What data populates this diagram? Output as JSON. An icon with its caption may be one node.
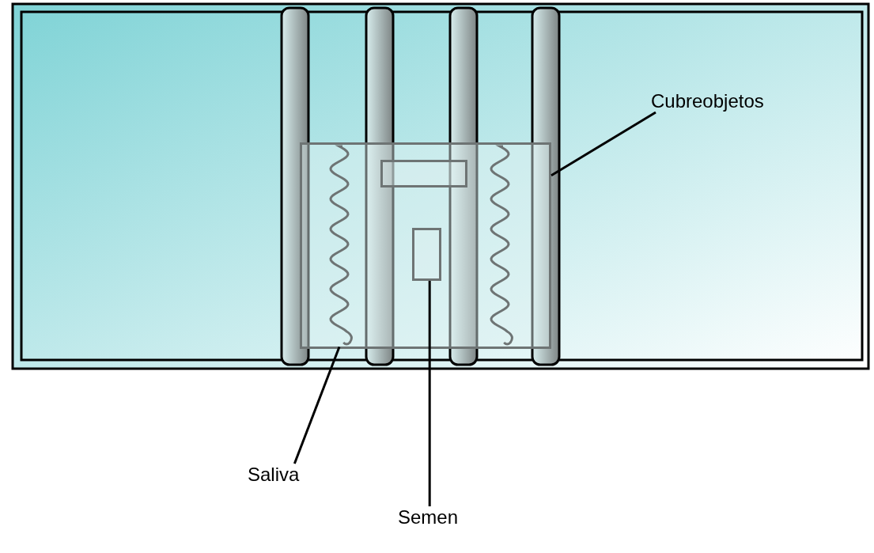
{
  "diagram": {
    "nodes": [
      {
        "text": [
          "Cubreobjetos"
        ]
      },
      {
        "text": [],
        "shape": "box"
      },
      {
        "text": [],
        "shape": "curve",
        "in": 1
      },
      {
        "text": [],
        "shape": "box",
        "in": 1
      },
      {
        "text": [],
        "shape": "box",
        "in": 1
      },
      {
        "text": [],
        "shape": "curve",
        "in": 1
      },
      {
        "text": [
          "Saliva"
        ]
      },
      {
        "text": [
          "Semen"
        ]
      }
    ],
    "edges": [
      {
        "from": 0,
        "to": 1,
        "arrow": "none"
      },
      {
        "from": 6,
        "to": 2,
        "arrow": "none"
      },
      {
        "from": 7,
        "to": 4,
        "arrow": "none"
      }
    ]
  }
}
